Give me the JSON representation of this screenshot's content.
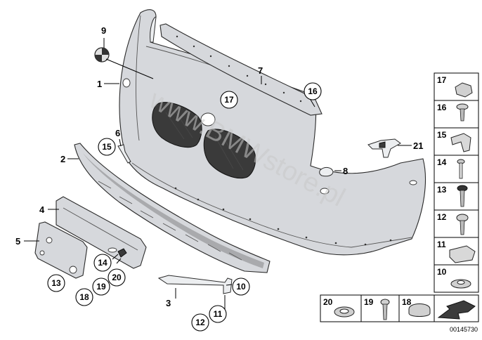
{
  "callouts": [
    {
      "number": "1",
      "circled": false
    },
    {
      "number": "2",
      "circled": false
    },
    {
      "number": "3",
      "circled": false
    },
    {
      "number": "4",
      "circled": false
    },
    {
      "number": "5",
      "circled": false
    },
    {
      "number": "6",
      "circled": false
    },
    {
      "number": "7",
      "circled": false
    },
    {
      "number": "8",
      "circled": false
    },
    {
      "number": "9",
      "circled": false
    },
    {
      "number": "21",
      "circled": false
    },
    {
      "number": "17",
      "circled": true
    },
    {
      "number": "16",
      "circled": true
    },
    {
      "number": "15",
      "circled": true
    },
    {
      "number": "14",
      "circled": true
    },
    {
      "number": "20",
      "circled": true
    },
    {
      "number": "13",
      "circled": true
    },
    {
      "number": "19",
      "circled": true
    },
    {
      "number": "18",
      "circled": true
    },
    {
      "number": "10",
      "circled": true
    },
    {
      "number": "12",
      "circled": true
    },
    {
      "number": "11",
      "circled": true
    }
  ],
  "legend_column": [
    "17",
    "16",
    "15",
    "14",
    "13",
    "12",
    "11",
    "10"
  ],
  "legend_bottom": [
    "20",
    "19",
    "18"
  ],
  "watermark": "www.BMWstore.pl",
  "doc_number": "00145730",
  "colors": {
    "part_fill": "#d6d8dc",
    "line": "#2a2a2a",
    "watermark": "#c8c8c8"
  }
}
